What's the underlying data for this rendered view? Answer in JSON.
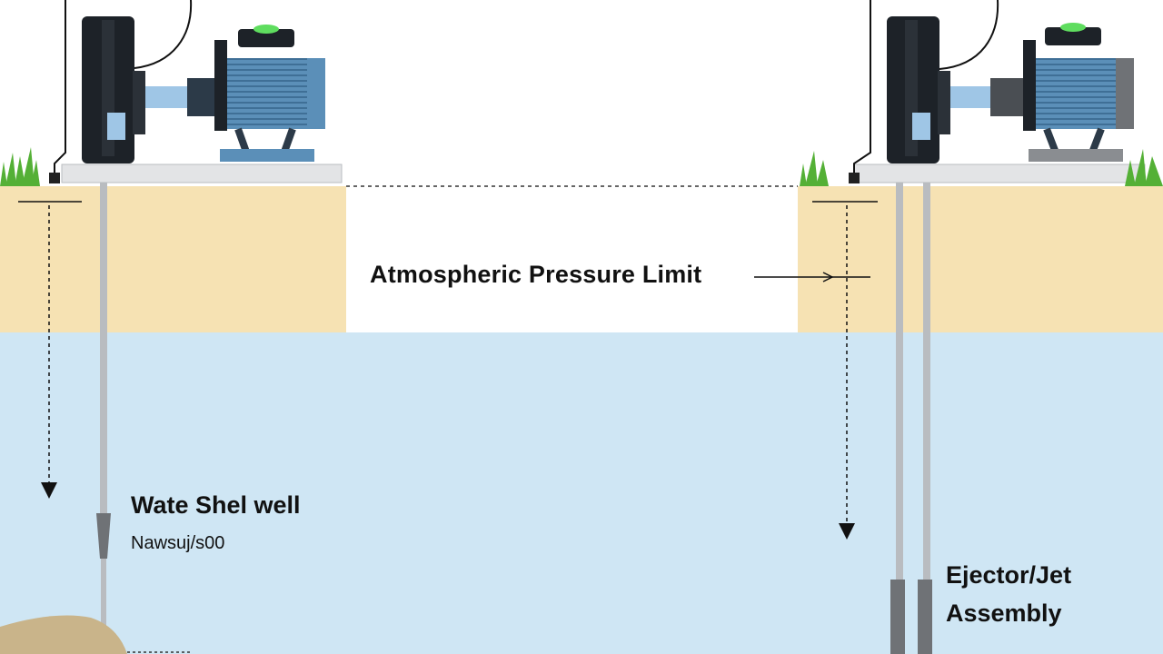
{
  "labels": {
    "atmospheric_limit": "Atmospheric Pressure Limit",
    "shallow_well_title": "Wate Shel well",
    "shallow_well_sub": "Nawsuj/s00",
    "ejector_line1": "Ejector/Jet",
    "ejector_line2": "Assembly"
  },
  "colors": {
    "soil": "#f6e2b3",
    "water": "#cfe6f4",
    "pump_body": "#1d2228",
    "motor": "#5b8fb8",
    "motor_dark": "#2c3a48",
    "grass": "#54b036",
    "pipe": "#b9bcc0",
    "ejector": "#6f7276"
  },
  "icons": [
    "pump-icon",
    "motor-icon",
    "grass-icon",
    "arrow-down-icon",
    "double-arrow-icon"
  ]
}
